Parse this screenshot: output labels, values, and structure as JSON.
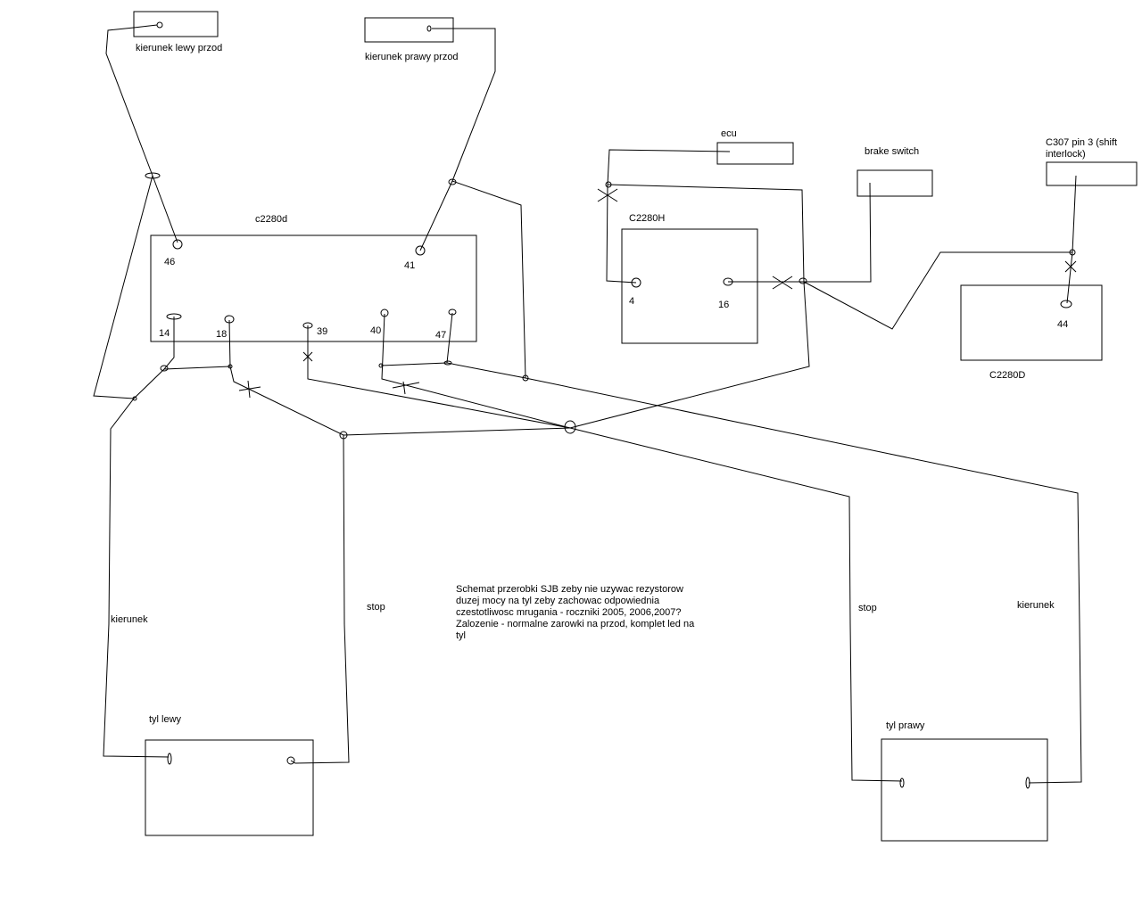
{
  "diagram": {
    "title_note": "Schemat przerobki SJB zeby nie uzywac rezystorow duzej mocy na tyl zeby zachowac odpowiednia czestotliwosc mrugania - roczniki 2005, 2006,2007? Zalozenie - normalne zarowki na przod, komplet led na tyl",
    "components": {
      "front_left": "kierunek lewy przod",
      "front_right": "kierunek prawy przod",
      "sjb_connector": "c2280d",
      "ecu": "ecu",
      "brake_switch": "brake switch",
      "c307": "C307 pin 3 (shift interlock)",
      "c2280h": "C2280H",
      "c2280d_right": "C2280D",
      "rear_left": "tyl lewy",
      "rear_right": "tyl prawy"
    },
    "pins": {
      "p46": "46",
      "p41": "41",
      "p14": "14",
      "p18": "18",
      "p39": "39",
      "p40": "40",
      "p47": "47",
      "p4": "4",
      "p16": "16",
      "p44": "44"
    },
    "wire_labels": {
      "left_turn": "kierunek",
      "left_stop": "stop",
      "right_stop": "stop",
      "right_turn": "kierunek"
    }
  }
}
